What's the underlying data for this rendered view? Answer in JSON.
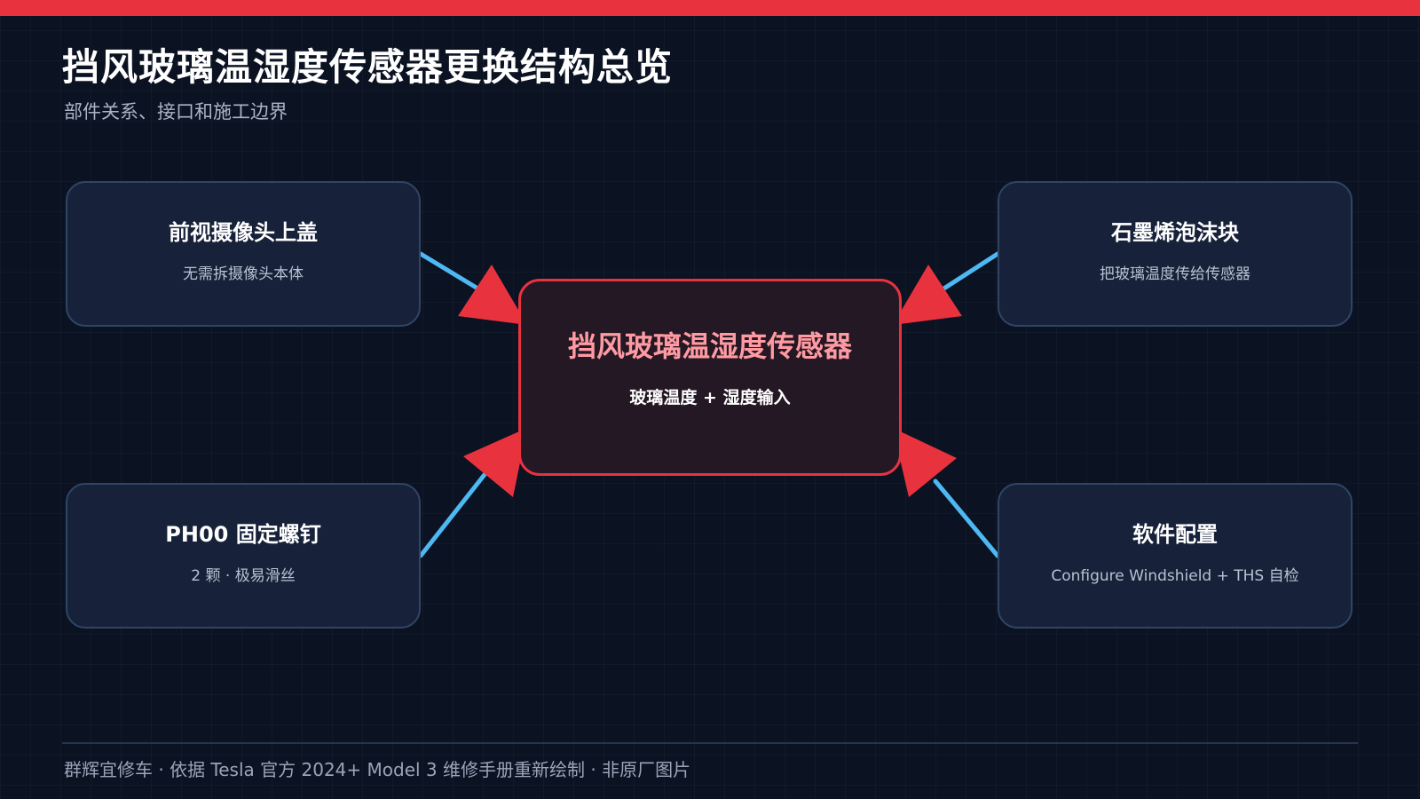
{
  "header": {
    "title": "挡风玻璃温湿度传感器更换结构总览",
    "subtitle": "部件关系、接口和施工边界"
  },
  "diagram": {
    "center": {
      "title": "挡风玻璃温湿度传感器",
      "description": "玻璃温度 + 湿度输入"
    },
    "nodes": [
      {
        "title": "前视摄像头上盖",
        "description": "无需拆摄像头本体"
      },
      {
        "title": "石墨烯泡沫块",
        "description": "把玻璃温度传给传感器"
      },
      {
        "title": "PH00 固定螺钉",
        "description": "2 颗 · 极易滑丝"
      },
      {
        "title": "软件配置",
        "description": "Configure Windshield + THS 自检"
      }
    ]
  },
  "colors": {
    "accent": "#e8333f",
    "connector": "#4db8f2",
    "background": "#0b1222",
    "node_fill": "#17223a",
    "center_title": "#ff9aa2"
  },
  "footer": {
    "text": "群辉宜修车 · 依据 Tesla 官方 2024+ Model 3 维修手册重新绘制 · 非原厂图片"
  }
}
